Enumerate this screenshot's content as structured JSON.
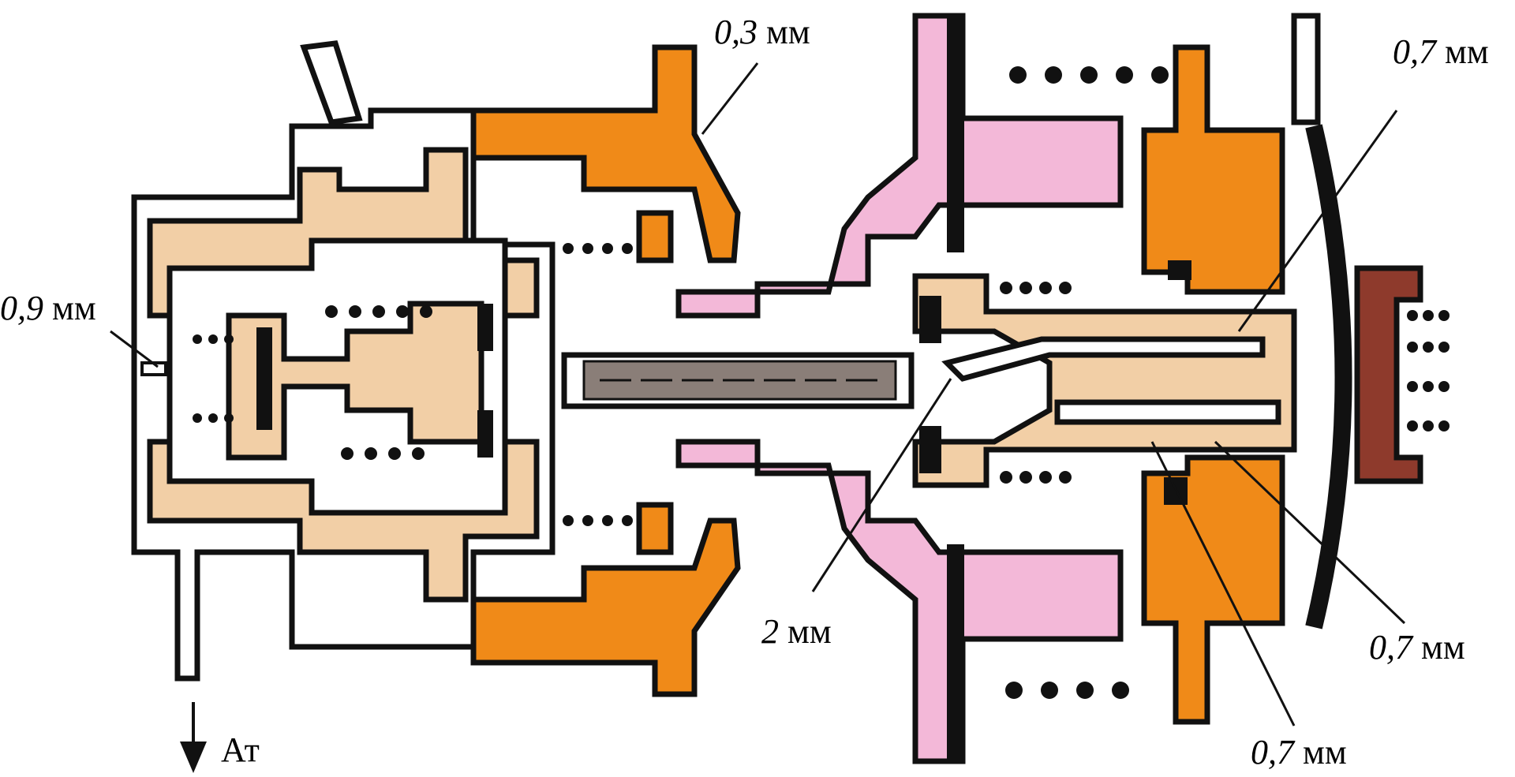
{
  "colors": {
    "background": "#ffffff",
    "outline": "#111111",
    "beige": "#f2cfa6",
    "orange": "#f08a18",
    "pink": "#f3b8d8",
    "brown": "#8e3a2c",
    "gray_rod": "#8a7e78"
  },
  "labels": {
    "gap_0_3": {
      "num": "0,3",
      "unit": "мм"
    },
    "gap_0_7_top": {
      "num": "0,7",
      "unit": "мм"
    },
    "gap_0_9": {
      "num": "0,9",
      "unit": "мм"
    },
    "gap_2": {
      "num": "2",
      "unit": "мм"
    },
    "gap_0_7_right": {
      "num": "0,7",
      "unit": "мм"
    },
    "gap_0_7_bottom": {
      "num": "0,7",
      "unit": "мм"
    },
    "outlet": "Ат"
  },
  "icons": {
    "outlet_arrow": "arrow-down-icon"
  }
}
